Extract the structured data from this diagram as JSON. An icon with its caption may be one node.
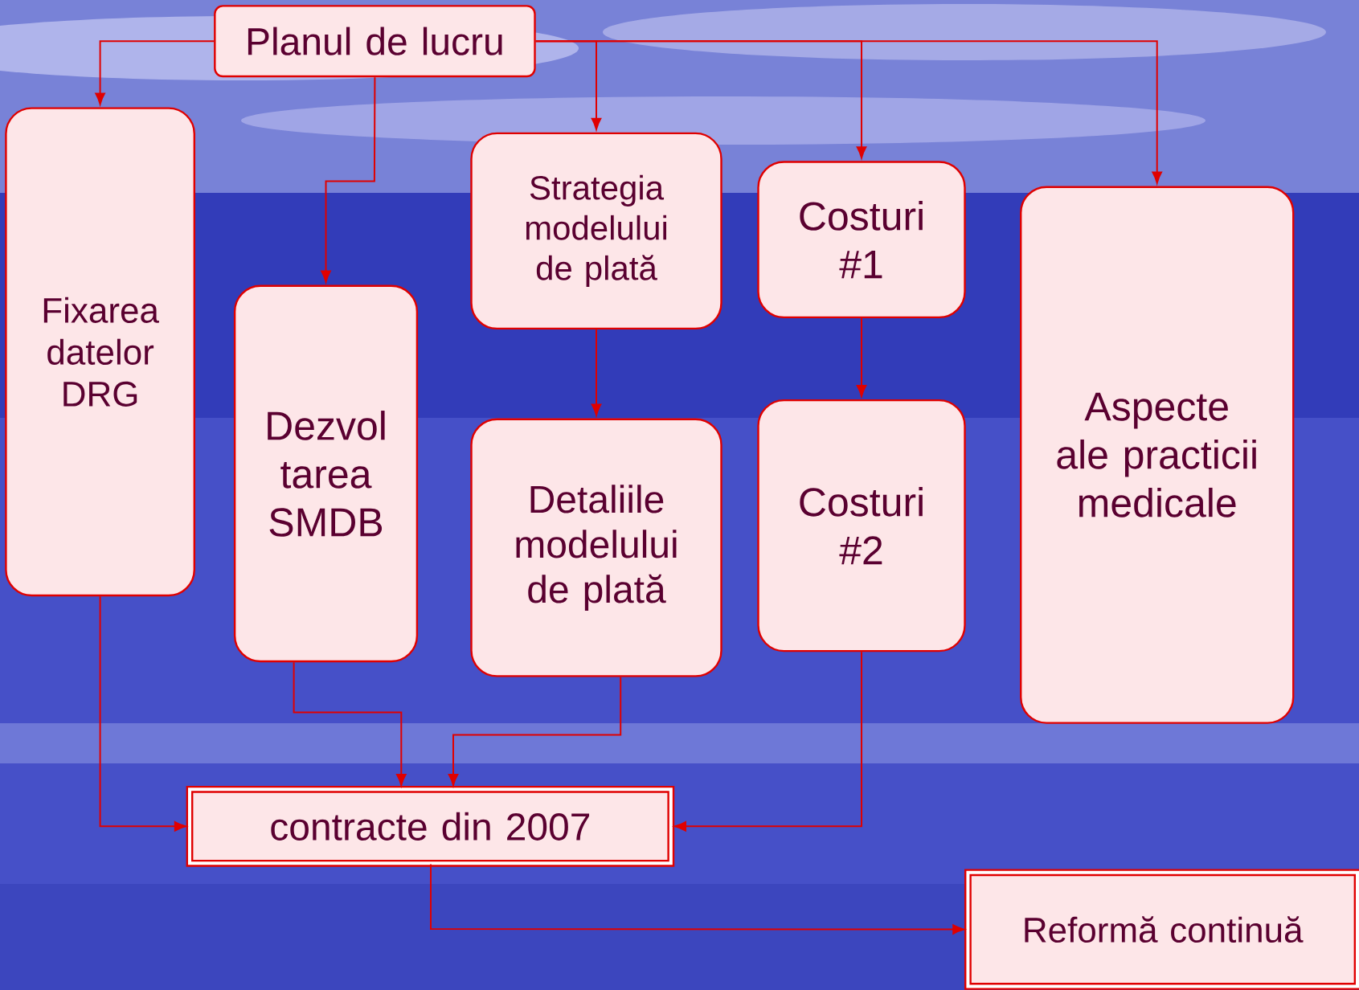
{
  "diagram": {
    "nodes": [
      {
        "text": [
          "Planul de lucru"
        ]
      },
      {
        "text": [
          "Fixarea datelor DRG"
        ]
      },
      {
        "text": [
          "Dezvol tarea SMDB"
        ]
      },
      {
        "text": [
          "Strategia modelului de plată"
        ]
      },
      {
        "text": [
          "Detaliile modelului de plată"
        ]
      },
      {
        "text": [
          "Costuri #1"
        ]
      },
      {
        "text": [
          "Costuri #2"
        ]
      },
      {
        "text": [
          "Aspecte ale practicii medicale"
        ]
      },
      {
        "text": [
          "contracte din 2007"
        ]
      },
      {
        "text": [
          "Reformă continuă"
        ]
      }
    ],
    "edges": [
      {
        "from": 0,
        "to": 1,
        "arrow": "to"
      },
      {
        "from": 0,
        "to": 2,
        "arrow": "to"
      },
      {
        "from": 0,
        "to": 3,
        "arrow": "to"
      },
      {
        "from": 0,
        "to": 5,
        "arrow": "to"
      },
      {
        "from": 0,
        "to": 7,
        "arrow": "to"
      },
      {
        "from": 3,
        "to": 4,
        "arrow": "to"
      },
      {
        "from": 5,
        "to": 6,
        "arrow": "to"
      },
      {
        "from": 1,
        "to": 8,
        "arrow": "to"
      },
      {
        "from": 2,
        "to": 8,
        "arrow": "to"
      },
      {
        "from": 4,
        "to": 8,
        "arrow": "to"
      },
      {
        "from": 6,
        "to": 8,
        "arrow": "to"
      },
      {
        "from": 8,
        "to": 9,
        "arrow": "to"
      }
    ]
  }
}
